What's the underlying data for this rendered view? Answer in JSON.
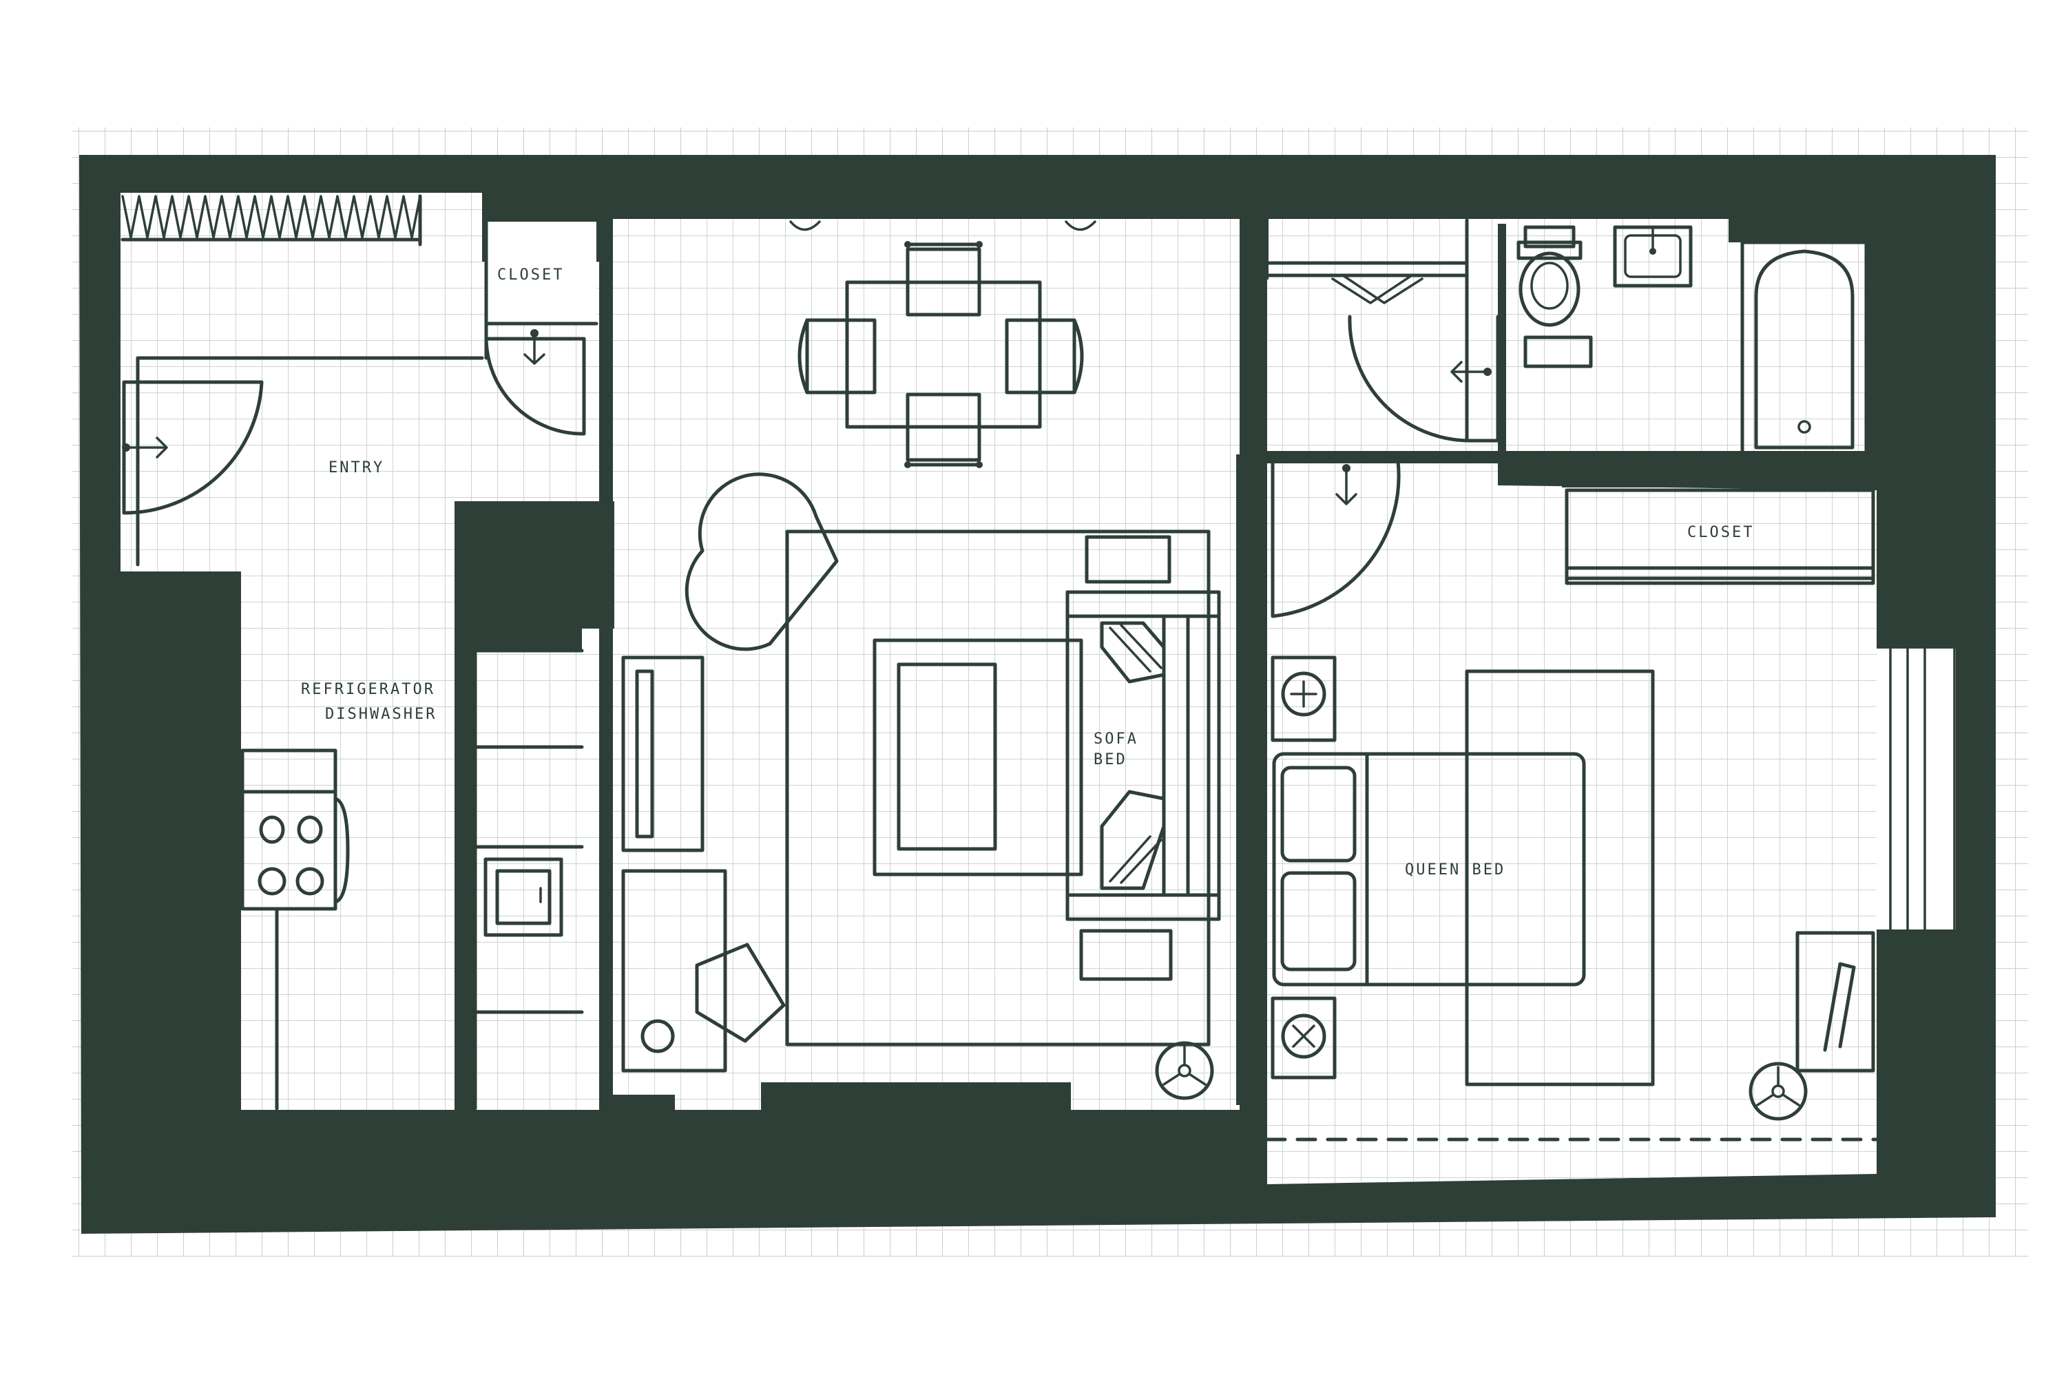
{
  "plan": {
    "colors": {
      "wall": "#2e3f37",
      "floor": "#ffffff",
      "grid": "#c9cdd6",
      "line": "#2e3f37"
    },
    "labels": {
      "closet_entry": "CLOSET",
      "entry": "ENTRY",
      "refrigerator": "REFRIGERATOR",
      "dishwasher": "DISHWASHER",
      "sofa": "SOFA",
      "bed": "BED",
      "closet_bedroom": "CLOSET",
      "queen_bed": "QUEEN BED"
    },
    "icons": {
      "door_arrow": "arrow-icon",
      "fan": "fan-icon",
      "sink": "sink-icon",
      "toilet": "toilet-icon",
      "stove": "stove-icon"
    }
  }
}
